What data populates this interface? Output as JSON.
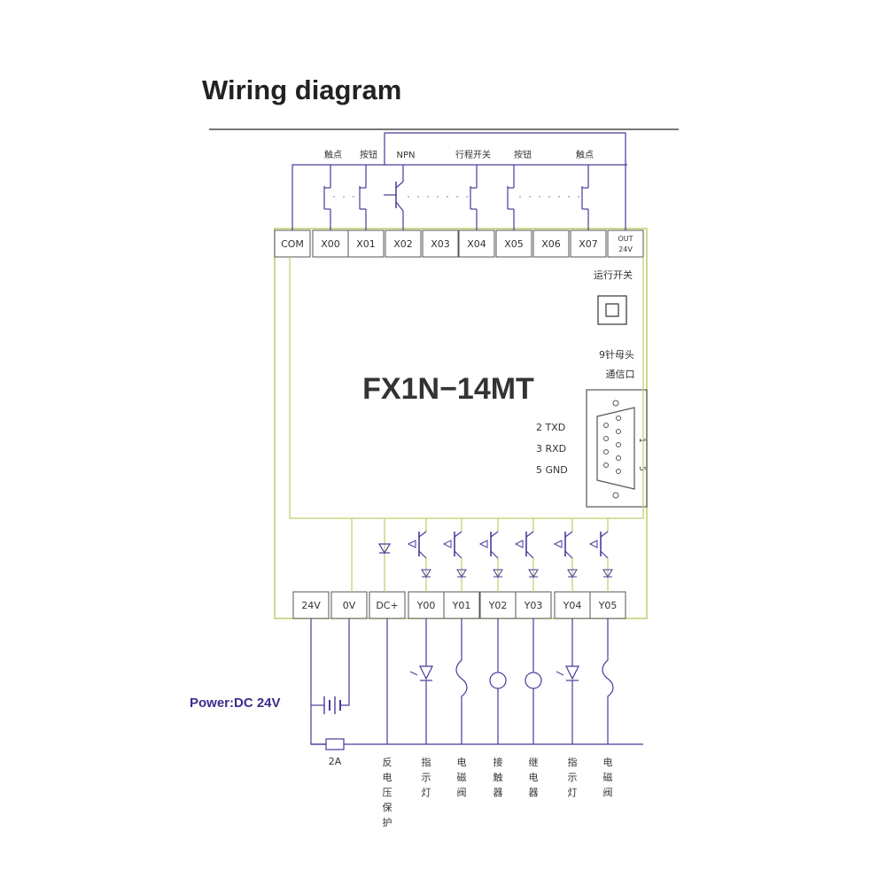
{
  "title": "Wiring diagram",
  "model": "FX1N−14MT",
  "power_label": "Power:DC 24V",
  "fuse_label": "2A",
  "input_terminals": [
    "COM",
    "X00",
    "X01",
    "X02",
    "X03",
    "X04",
    "X05",
    "X06",
    "X07"
  ],
  "out24v": [
    "OUT",
    "24V"
  ],
  "output_terminals": [
    "24V",
    "0V",
    "DC+",
    "Y00",
    "Y01",
    "Y02",
    "Y03",
    "Y04",
    "Y05"
  ],
  "input_devices": [
    "触点",
    "按钮",
    "NPN",
    "行程开关",
    "按钮",
    "触点"
  ],
  "run_switch_label": "运行开关",
  "serial_label": [
    "9针母头",
    "通信口"
  ],
  "pins": [
    "2 TXD",
    "3 RXD",
    "5 GND"
  ],
  "connector_numbers": [
    "1",
    "5"
  ],
  "output_devices": [
    "反电压保护",
    "指示灯",
    "电磁阀",
    "接触器",
    "继电器",
    "指示灯",
    "电磁阀"
  ],
  "colors": {
    "wire": "#4a3a9a",
    "board": "#b8d06a",
    "text": "#333333",
    "terminal_border": "#555555",
    "power_text": "#3b2e8c"
  }
}
